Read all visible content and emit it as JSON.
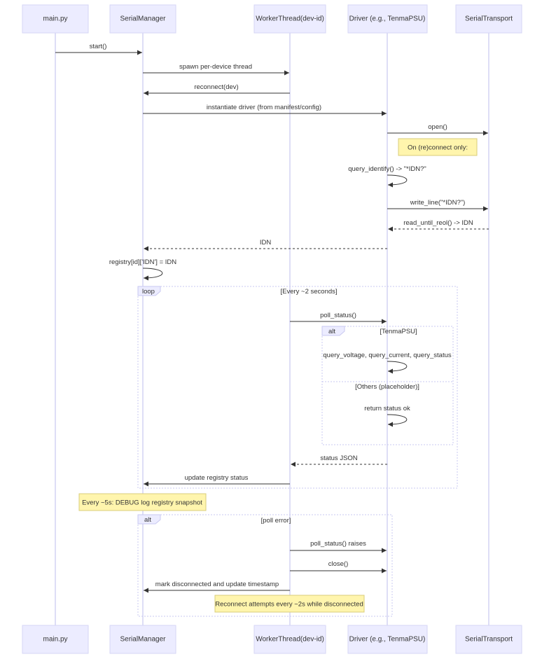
{
  "actors": [
    {
      "id": "main",
      "label": "main.py"
    },
    {
      "id": "sm",
      "label": "SerialManager"
    },
    {
      "id": "wt",
      "label": "WorkerThread(dev-id)"
    },
    {
      "id": "drv",
      "label": "Driver (e.g., TenmaPSU)"
    },
    {
      "id": "st",
      "label": "SerialTransport"
    }
  ],
  "messages": {
    "start": "start()",
    "spawn": "spawn per-device thread",
    "reconnect": "reconnect(dev)",
    "instantiate": "instantiate driver (from manifest/config)",
    "open": "open()",
    "query_identify": "query_identify() -> \"*IDN?\"",
    "write_line": "write_line(\"*IDN?\")",
    "read_until": "read_until_reol() -> IDN",
    "idn": "IDN",
    "registry_idn": "registry[id]['IDN'] = IDN",
    "poll_status": "poll_status()",
    "query_vc": "query_voltage, query_current, query_status",
    "return_ok": "return status ok",
    "status_json": "status JSON",
    "update_registry": "update registry status",
    "poll_raises": "poll_status() raises",
    "close": "close()",
    "mark_disconnected": "mark disconnected and update timestamp"
  },
  "notes": {
    "reconnect_only": "On (re)connect only:",
    "debug_log": "Every ~5s: DEBUG log registry snapshot",
    "reconnect_attempts": "Reconnect attempts every ~2s while disconnected"
  },
  "frames": {
    "loop": {
      "keyword": "loop",
      "condition": "[Every ~2 seconds]"
    },
    "alt_driver": {
      "keyword": "alt",
      "condition": "[TenmaPSU]",
      "else_condition": "[Others (placeholder)]"
    },
    "alt_error": {
      "keyword": "alt",
      "condition": "[poll error]"
    }
  },
  "colors": {
    "actor_fill": "#ECECFF",
    "note_fill": "#FFF5AD",
    "line": "#333333"
  }
}
